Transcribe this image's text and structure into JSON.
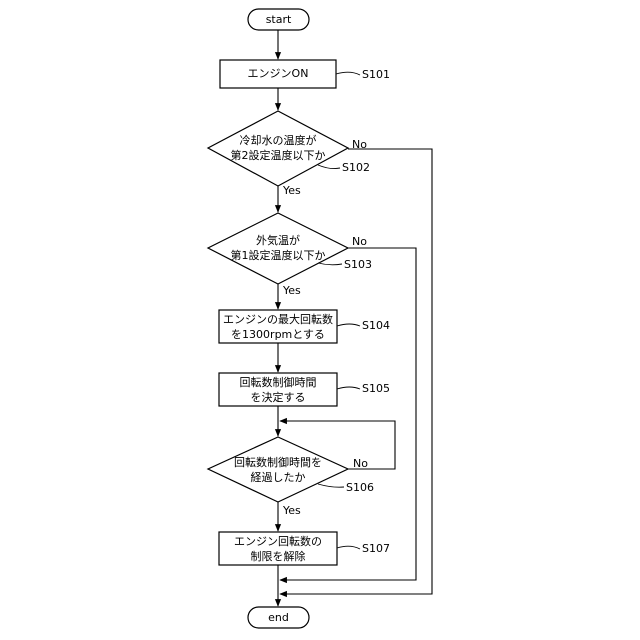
{
  "start": "start",
  "end": "end",
  "steps": {
    "s101": {
      "line1": "エンジンON",
      "id": "S101"
    },
    "s102": {
      "line1": "冷却水の温度が",
      "line2": "第2設定温度以下か",
      "id": "S102",
      "yes": "Yes",
      "no": "No"
    },
    "s103": {
      "line1": "外気温が",
      "line2": "第1設定温度以下か",
      "id": "S103",
      "yes": "Yes",
      "no": "No"
    },
    "s104": {
      "line1": "エンジンの最大回転数",
      "line2": "を1300rpmとする",
      "id": "S104"
    },
    "s105": {
      "line1": "回転数制御時間",
      "line2": "を決定する",
      "id": "S105"
    },
    "s106": {
      "line1": "回転数制御時間を",
      "line2": "経過したか",
      "id": "S106",
      "yes": "Yes",
      "no": "No"
    },
    "s107": {
      "line1": "エンジン回転数の",
      "line2": "制限を解除",
      "id": "S107"
    }
  }
}
